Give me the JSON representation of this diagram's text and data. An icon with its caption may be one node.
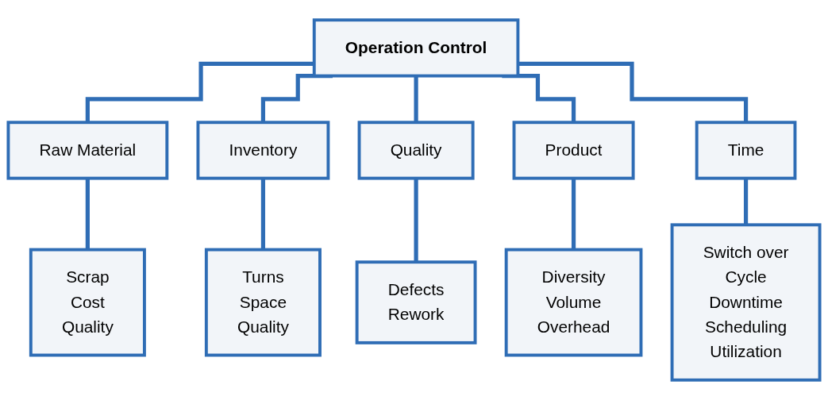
{
  "diagram": {
    "nodes": [
      {
        "text": [
          "Operation Control"
        ]
      },
      {
        "text": [
          "Raw Material"
        ]
      },
      {
        "text": [
          "Inventory"
        ]
      },
      {
        "text": [
          "Quality"
        ]
      },
      {
        "text": [
          "Product"
        ]
      },
      {
        "text": [
          "Time"
        ]
      },
      {
        "text": [
          "Scrap",
          "Cost",
          "Quality"
        ]
      },
      {
        "text": [
          "Turns",
          "Space",
          "Quality"
        ]
      },
      {
        "text": [
          "Defects",
          "Rework"
        ]
      },
      {
        "text": [
          "Diversity",
          "Volume",
          "Overhead"
        ]
      },
      {
        "text": [
          "Switch over",
          "Cycle",
          "Downtime",
          "Scheduling",
          "Utilization"
        ]
      }
    ],
    "edges": [
      {
        "from": 0,
        "to": 1,
        "arrow": "none"
      },
      {
        "from": 0,
        "to": 2,
        "arrow": "none"
      },
      {
        "from": 0,
        "to": 3,
        "arrow": "none"
      },
      {
        "from": 0,
        "to": 4,
        "arrow": "none"
      },
      {
        "from": 0,
        "to": 5,
        "arrow": "none"
      },
      {
        "from": 1,
        "to": 6,
        "arrow": "none"
      },
      {
        "from": 2,
        "to": 7,
        "arrow": "none"
      },
      {
        "from": 3,
        "to": 8,
        "arrow": "none"
      },
      {
        "from": 4,
        "to": 9,
        "arrow": "none"
      },
      {
        "from": 5,
        "to": 10,
        "arrow": "none"
      }
    ]
  }
}
